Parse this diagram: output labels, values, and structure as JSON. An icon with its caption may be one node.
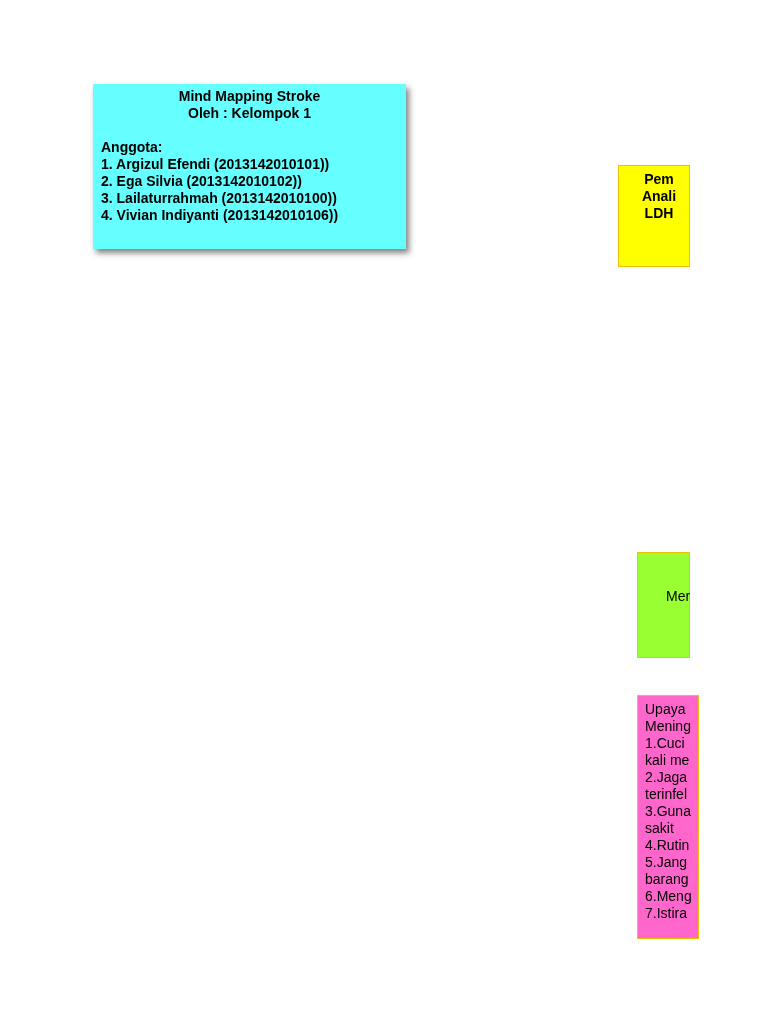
{
  "diagram": {
    "nodes": [
      {
        "text": [
          "Mind Mapping Stroke",
          "Oleh : Kelompok 1",
          "Anggota:",
          "1. Argizul Efendi (2013142010101))",
          "2. Ega Silvia (2013142010102))",
          "3. Lailaturrahmah (2013142010100))",
          "4. Vivian Indiyanti (2013142010106))"
        ]
      },
      {
        "text": [
          "Pem Anali LDH"
        ]
      },
      {
        "text": [
          "Mer"
        ]
      },
      {
        "text": [
          "Upaya Mening",
          "1.Cuci kali me",
          "2.Jaga terinfel",
          "3.Guna sakit",
          "4.Rutin",
          "5.Jang barang",
          "6.Meng",
          "7.Istira"
        ]
      }
    ],
    "edges": []
  }
}
